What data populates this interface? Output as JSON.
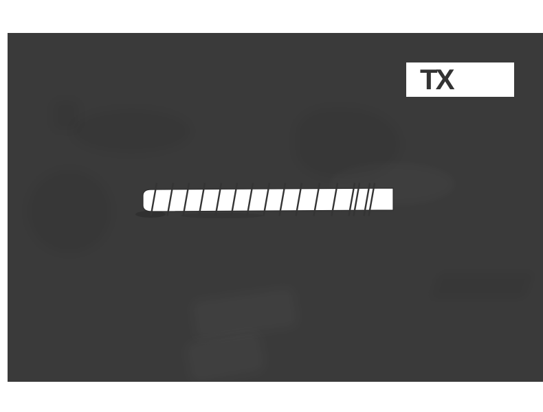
{
  "image": {
    "description": "product illustration of a white screw (side view) on a dark gray canvas",
    "background_color": "#ffffff",
    "canvas_color": "#3a3a3a"
  },
  "badge": {
    "label": "TX",
    "background": "#ffffff",
    "text_color": "#333333"
  },
  "screw": {
    "body_color": "#ffffff",
    "outline_color": "#2d2d2d",
    "thread_color": "#343434",
    "thread_positions": [
      21,
      45,
      68,
      91,
      115,
      138,
      161,
      185,
      208,
      232,
      258,
      284,
      309,
      316,
      331,
      338
    ]
  }
}
